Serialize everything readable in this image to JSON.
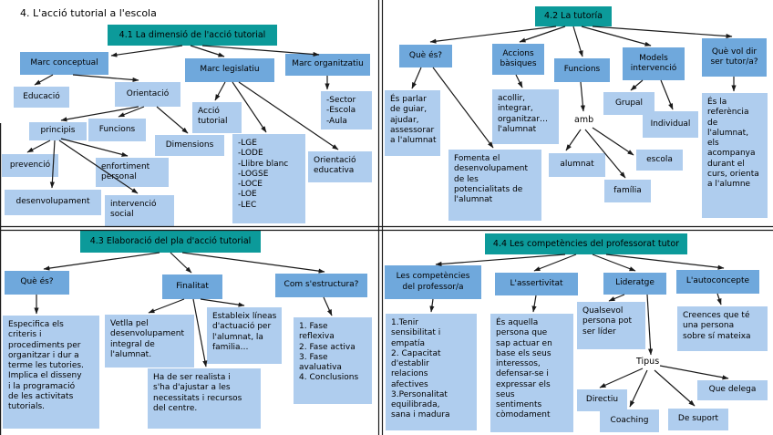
{
  "page_title": "4. L'acció tutorial a l'escola",
  "colors": {
    "teal": "#0C9A9A",
    "blue_mid": "#6FA8DC",
    "blue_light": "#AFCDEE",
    "line": "#1A1A1A"
  },
  "q1": {
    "title": "4.1 La dimensió de l'acció tutorial",
    "nodes": {
      "marc_conceptual": "Marc conceptual",
      "marc_legislatiu": "Marc legislatiu",
      "marc_organitzatiu": "Marc organitzatiu",
      "educacio": "Educació",
      "orientacio": "Orientació",
      "principis": "principis",
      "funcions": "Funcions",
      "dimensions": "Dimensions",
      "prevencio": "prevenció",
      "enfortiment_personal": "enfortiment\npersonal",
      "desenvolupament": "desenvolupament",
      "intervencio_social": "intervenció\nsocial",
      "accio_tutorial": "Acció\ntutorial",
      "lleis": "-LGE\n-LODE\n-Llibre blanc\n-LOGSE\n-LOCE\n-LOE\n-LEC",
      "orientacio_educativa": "Orientació\neducativa",
      "sector_escola_aula": "-Sector\n-Escola\n-Aula"
    }
  },
  "q2": {
    "title": "4.2 La tutoría",
    "nodes": {
      "que_es": "Què és?",
      "accions_basiques": "Accions\nbàsiques",
      "funcions": "Funcions",
      "models_intervencio": "Models\nintervenció",
      "que_vol_dir": "Què vol dir\nser tutor/a?",
      "es_parlar": "És parlar\nde guiar,\najudar,\nassessorar\na l'alumnat",
      "fomenta": "Fomenta el\ndesenvolupament\nde les\npotencialitats de\nl'alumnat",
      "acollir": "acollir,\nintegrar,\norganitzar…\nl'alumnat",
      "amb": "amb",
      "alumnat": "alumnat",
      "familia": "família",
      "escola": "escola",
      "grupal": "Grupal",
      "individual": "Individual",
      "es_la_referencia": "És la\nreferència\nde\nl'alumnat,\nels\nacompanya\ndurant el\ncurs, orienta\na l'alumne"
    }
  },
  "q3": {
    "title": "4.3 Elaboració del pla d'acció tutorial",
    "nodes": {
      "que_es": "Què és?",
      "finalitat": "Finalitat",
      "com_sestructura": "Com s'estructura?",
      "especifica": "Especifica els\ncriteris i\nprocediments per\norganitzar i dur a\nterme les tutories.\nImplica el disseny\ni la programació\nde les activitats\ntutorials.",
      "vetlla": "Vetlla pel\ndesenvolupament\nintegral de\nl'alumnat.",
      "estableix": "Estableix líneas\nd'actuació per\nl'alumnat, la\nfamilia…",
      "ha_de_ser": "Ha de ser realista i\ns'ha d'ajustar a les\nnecessitats i recursos\ndel centre.",
      "fases": "1. Fase\nreflexiva\n2. Fase activa\n3. Fase\navaluativa\n4. Conclusions"
    }
  },
  "q4": {
    "title": "4.4 Les competències del professorat tutor",
    "nodes": {
      "competencies_professor": "Les competències\ndel professor/a",
      "assertivitat": "L'assertivitat",
      "lideratge": "Lideratge",
      "autoconcepte": "L'autoconcepte",
      "tenir": "1.Tenir\nsensibilitat i\nempatía\n2. Capacitat\nd'establir\nrelacions\nafectives\n3.Personalitat\nequilibrada,\nsana i madura",
      "es_aquella": "És aquella\npersona que\nsap actuar en\nbase els seus\ninteressos,\ndefensar-se i\nexpressar els\nseus\nsentiments\ncòmodament",
      "qualsevol": "Qualsevol\npersona pot\nser líder",
      "creences": "Creences que té\nuna persona\nsobre sí mateixa",
      "tipus": "Tipus",
      "directiu": "Directiu",
      "coaching": "Coaching",
      "de_suport": "De suport",
      "que_delega": "Que delega"
    }
  }
}
